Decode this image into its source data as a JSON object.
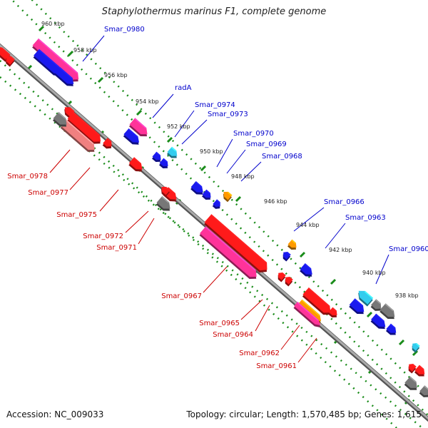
{
  "title": "Staphylothermus marinus F1, complete genome",
  "accession": {
    "label": "Accession:",
    "value": "NC_009033"
  },
  "summary": {
    "topology_label": "Topology:",
    "topology": "circular",
    "length_label": "Length:",
    "length": "1,570,485 bp",
    "genes_label": "Genes:",
    "genes": "1,615"
  },
  "colors": {
    "forward_label": "#0000cc",
    "reverse_label": "#cc0000",
    "backbone": "#808080",
    "tick_green": "#1a8c1a",
    "red": "#ff1a1a",
    "pink": "#ff3399",
    "blue": "#1a1aee",
    "gray": "#777777",
    "cyan": "#33ccee",
    "orange": "#ff9900",
    "salmon": "#f08080"
  },
  "ruler_labels": [
    "960 kbp",
    "958 kbp",
    "956 kbp",
    "954 kbp",
    "952 kbp",
    "950 kbp",
    "948 kbp",
    "946 kbp",
    "944 kbp",
    "942 kbp",
    "940 kbp",
    "938 kbp"
  ],
  "forward_gene_labels": [
    "Smar_0980",
    "radA",
    "Smar_0974",
    "Smar_0973",
    "Smar_0970",
    "Smar_0969",
    "Smar_0968",
    "Smar_0966",
    "Smar_0963",
    "Smar_0960"
  ],
  "reverse_gene_labels": [
    "Smar_0978",
    "Smar_0977",
    "Smar_0975",
    "Smar_0972",
    "Smar_0971",
    "Smar_0967",
    "Smar_0965",
    "Smar_0964",
    "Smar_0962",
    "Smar_0961"
  ]
}
